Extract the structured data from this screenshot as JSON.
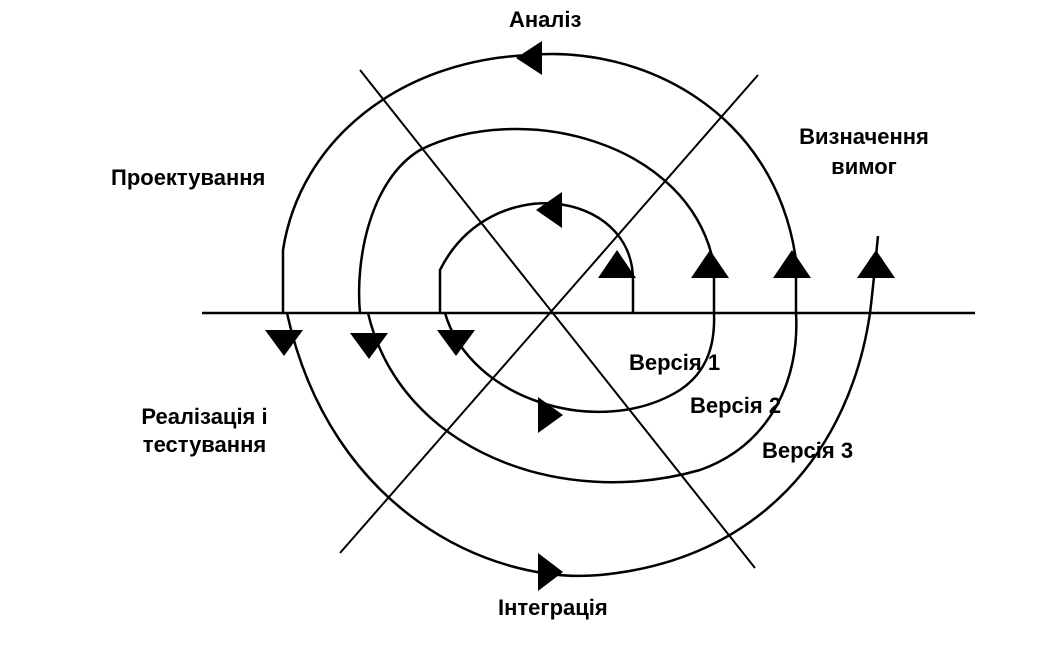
{
  "diagram": {
    "phases": {
      "analysis": "Аналіз",
      "requirements_line1": "Визначення",
      "requirements_line2": "вимог",
      "design": "Проектування",
      "implementation_line1": "Реалізація і",
      "implementation_line2": "тестування",
      "integration": "Інтеграція"
    },
    "versions": [
      "Версія 1",
      "Версія 2",
      "Версія 3"
    ],
    "colors": {
      "stroke": "#000000",
      "background": "#ffffff"
    }
  }
}
